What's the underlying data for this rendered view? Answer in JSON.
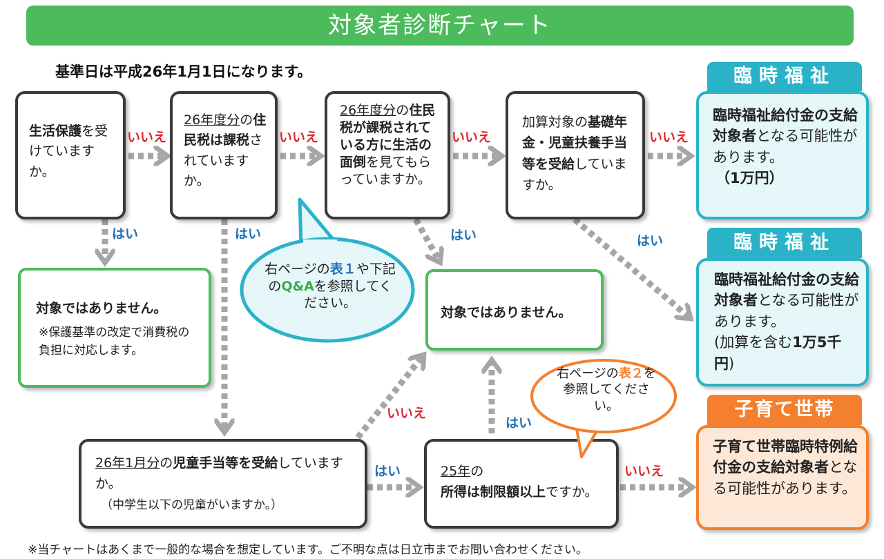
{
  "title": "対象者診断チャート",
  "base_date": "基準日は平成26年1月1日になります。",
  "answers": {
    "no": "いいえ",
    "yes": "はい"
  },
  "q1": {
    "p1": "生活保護",
    "p2": "を受けていますか。"
  },
  "q2": {
    "p1": "26年度分",
    "p2": "の",
    "p3": "住民税は課税",
    "p4": "されていますか。"
  },
  "q3": {
    "p1": "26年度分",
    "p2": "の",
    "p3": "住民税が課税されている方に生活の面倒",
    "p4": "を見てもらっていますか。"
  },
  "q4": {
    "p1": "加算対象の",
    "p2": "基礎年金・児童扶養手当等を受給",
    "p3": "していますか。"
  },
  "q5": {
    "p1": "26年1月分",
    "p2": "の",
    "p3": "児童手当等を受給",
    "p4": "していますか。",
    "p5": "（中学生以下の児童がいますか。）"
  },
  "q6": {
    "p1": "25年",
    "p2": "の",
    "p3": "所得は制限額以上",
    "p4": "ですか。"
  },
  "not_target_1": {
    "main": "対象ではありません。",
    "note": "※保護基準の改定で消費税の負担に対応します。"
  },
  "not_target_2": {
    "main": "対象ではありません。"
  },
  "result1": {
    "label": "臨時福祉",
    "p1": "臨時福祉給付金の支給対象者",
    "p2": "となる可能性があります。",
    "p3": "（1万円）"
  },
  "result2": {
    "label": "臨時福祉",
    "p1": "臨時福祉給付金の支給対象者",
    "p2": "となる可能性があります。",
    "p3": "(加算を含む",
    "p4": "1万5千円",
    "p5": ")"
  },
  "result3": {
    "label": "子育て世帯",
    "p1": "子育て世帯臨時特例給付金の支給対象者",
    "p2": "となる可能性があります。"
  },
  "bubble1": {
    "p1": "右ページの",
    "p2": "表１",
    "p3": "や下記の",
    "p4": "Q&A",
    "p5": "を参照してください。"
  },
  "bubble2": {
    "p1": "右ページの",
    "p2": "表２",
    "p3": "を参照してください。"
  },
  "footnote": "※当チャートはあくまで一般的な場合を想定しています。ご不明な点は日立市までお問い合わせください。",
  "colors": {
    "green": "#4cbb5c",
    "cyan": "#2ab3c8",
    "orange": "#f47f2e",
    "no": "#e0262b",
    "yes": "#1f6fb5",
    "arrow": "#a6a6a6"
  }
}
